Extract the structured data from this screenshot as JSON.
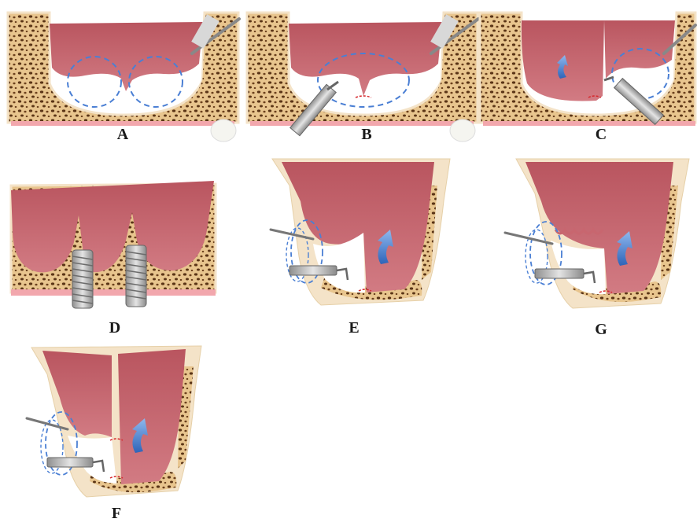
{
  "figure": {
    "panels": [
      {
        "id": "A",
        "label": "A"
      },
      {
        "id": "B",
        "label": "B"
      },
      {
        "id": "C",
        "label": "C"
      },
      {
        "id": "D",
        "label": "D"
      },
      {
        "id": "E",
        "label": "E"
      },
      {
        "id": "G",
        "label": "G"
      },
      {
        "id": "F",
        "label": "F"
      }
    ]
  },
  "colors": {
    "bone_fill": "#e8c58e",
    "bone_pore": "#5a3416",
    "cortex": "#f4e3c8",
    "sinus_membrane": "#c8666f",
    "sinus_membrane_dark": "#a8474f",
    "gingiva": "#f2a7ad",
    "cavity": "#ffffff",
    "outline_dashed": "#4a7fd4",
    "arrow_blue": "#3f7fd0",
    "instrument": "#b8b8b8",
    "red_line": "#d6262a"
  }
}
